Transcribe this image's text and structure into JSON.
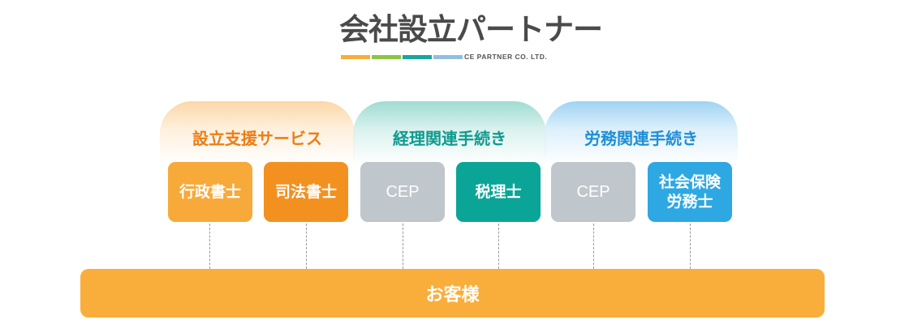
{
  "logo": {
    "title": "会社設立パートナー",
    "subtitle": "CE PARTNER CO. LTD.",
    "bar_colors": [
      "#f6ad3c",
      "#8cc63f",
      "#16a79d",
      "#8fbfe0"
    ]
  },
  "groups": [
    {
      "title": "設立支援サービス",
      "color": "#ec7d15",
      "tint": "#fbd7a8"
    },
    {
      "title": "経理関連手続き",
      "color": "#0f9b8e",
      "tint": "#9fdcd2"
    },
    {
      "title": "労務関連手続き",
      "color": "#1e8fd6",
      "tint": "#9fd3f2"
    }
  ],
  "boxes": [
    {
      "line1": "行政書士",
      "line2": "",
      "color": "#f7a93a"
    },
    {
      "line1": "司法書士",
      "line2": "",
      "color": "#f39120"
    },
    {
      "line1": "CEP",
      "line2": "",
      "color": "#bfc6cc"
    },
    {
      "line1": "税理士",
      "line2": "",
      "color": "#0aa596"
    },
    {
      "line1": "CEP",
      "line2": "",
      "color": "#bfc6cc"
    },
    {
      "line1": "社会保険",
      "line2": "労務士",
      "color": "#2ea8e3"
    }
  ],
  "customer": {
    "label": "お客様",
    "color": "#f9ae3b"
  }
}
